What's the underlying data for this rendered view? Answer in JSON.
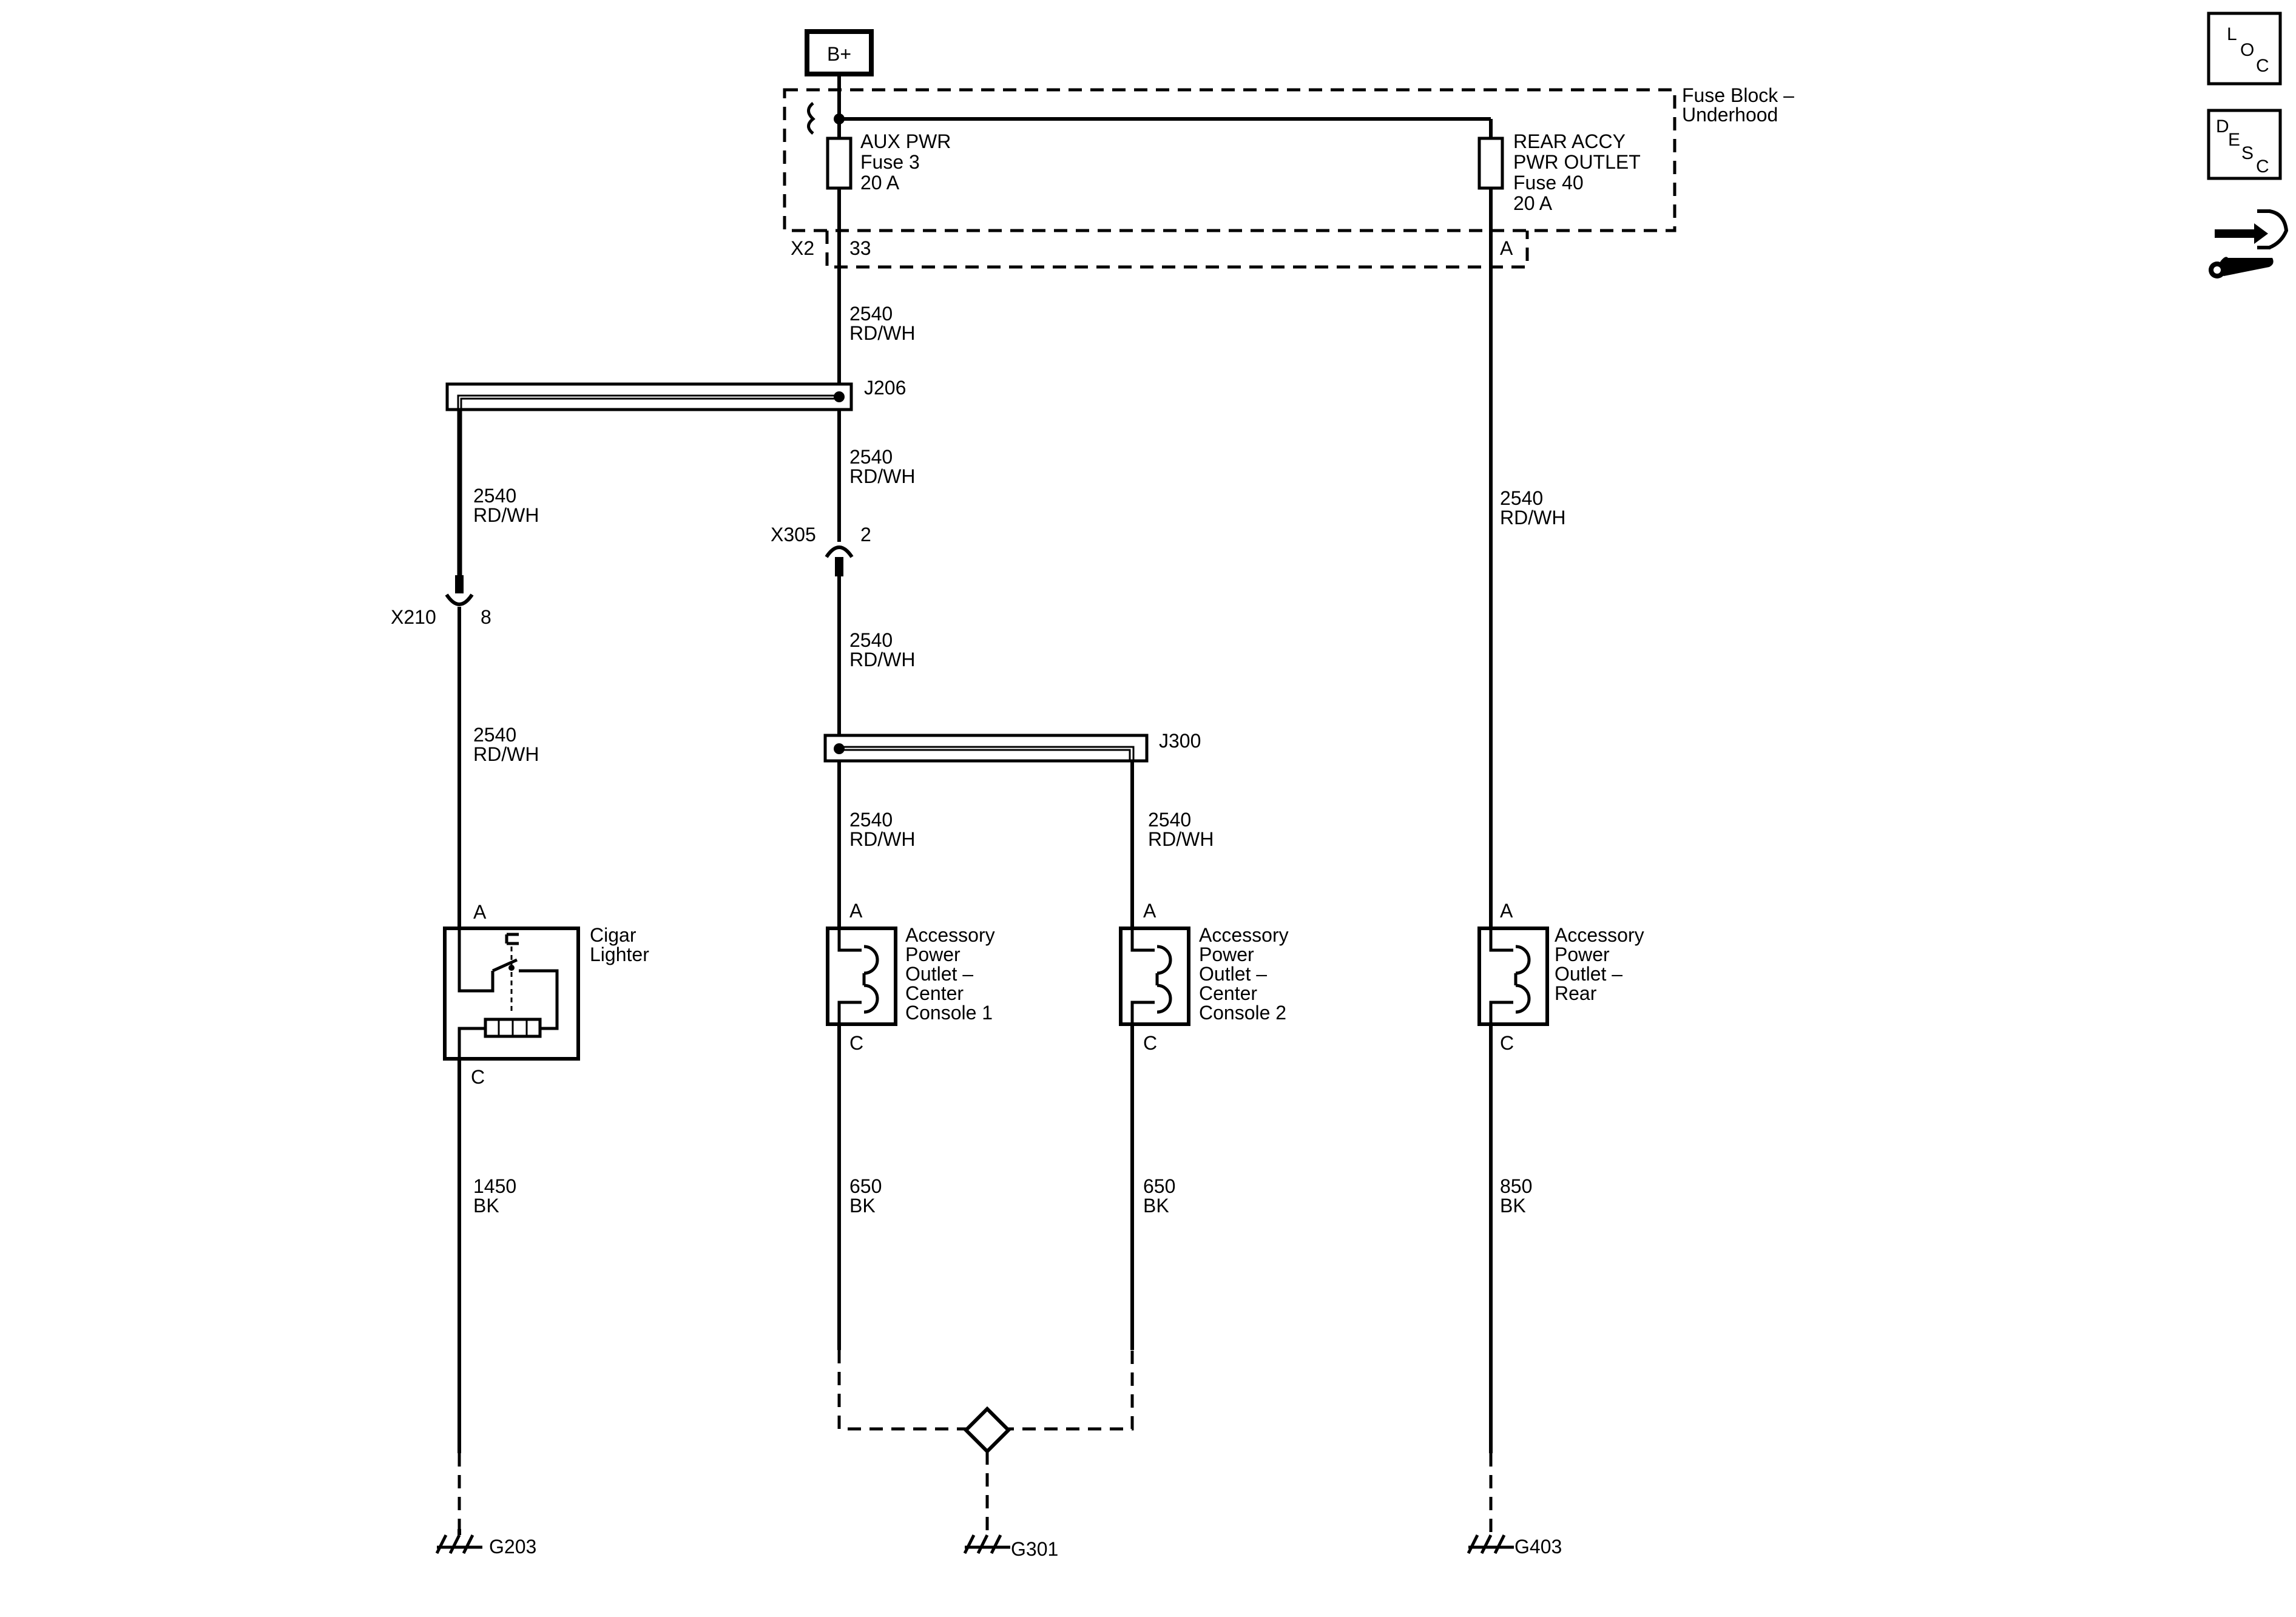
{
  "power": {
    "source": "B+"
  },
  "fuse_block": {
    "title_line1": "Fuse Block –",
    "title_line2": "Underhood",
    "connector_left": "X2",
    "pin_left": "33",
    "pin_right": "A",
    "fuse3": {
      "line1": "AUX PWR",
      "line2": "Fuse 3",
      "line3": "20 A"
    },
    "fuse40": {
      "line1": "REAR ACCY",
      "line2": "PWR OUTLET",
      "line3": "Fuse 40",
      "line4": "20 A"
    }
  },
  "wires": {
    "rdwh_gauge": "2540",
    "rdwh_color": "RD/WH",
    "lighter_gnd": {
      "gauge": "1450",
      "color": "BK"
    },
    "center1_gnd": {
      "gauge": "650",
      "color": "BK"
    },
    "center2_gnd": {
      "gauge": "650",
      "color": "BK"
    },
    "rear_gnd": {
      "gauge": "850",
      "color": "BK"
    }
  },
  "splices": {
    "j206": "J206",
    "j300": "J300"
  },
  "connectors": {
    "x305": {
      "name": "X305",
      "pin": "2"
    },
    "x210": {
      "name": "X210",
      "pin": "8"
    }
  },
  "components": {
    "cigar_lighter": {
      "pin_top": "A",
      "pin_bottom": "C",
      "line1": "Cigar",
      "line2": "Lighter"
    },
    "outlet_center1": {
      "pin_top": "A",
      "pin_bottom": "C",
      "line1": "Accessory",
      "line2": "Power",
      "line3": "Outlet –",
      "line4": "Center",
      "line5": "Console 1"
    },
    "outlet_center2": {
      "pin_top": "A",
      "pin_bottom": "C",
      "line1": "Accessory",
      "line2": "Power",
      "line3": "Outlet –",
      "line4": "Center",
      "line5": "Console 2"
    },
    "outlet_rear": {
      "pin_top": "A",
      "pin_bottom": "C",
      "line1": "Accessory",
      "line2": "Power",
      "line3": "Outlet –",
      "line4": "Rear"
    }
  },
  "grounds": {
    "g203": "G203",
    "g301": "G301",
    "g403": "G403"
  },
  "side_icons": {
    "loc": {
      "l": "L",
      "o": "O",
      "c": "C",
      "icon": "location-icon"
    },
    "desc": {
      "d": "D",
      "e": "E",
      "s": "S",
      "c": "C",
      "icon": "description-icon"
    },
    "connector_icon": "connector-repair-icon"
  }
}
